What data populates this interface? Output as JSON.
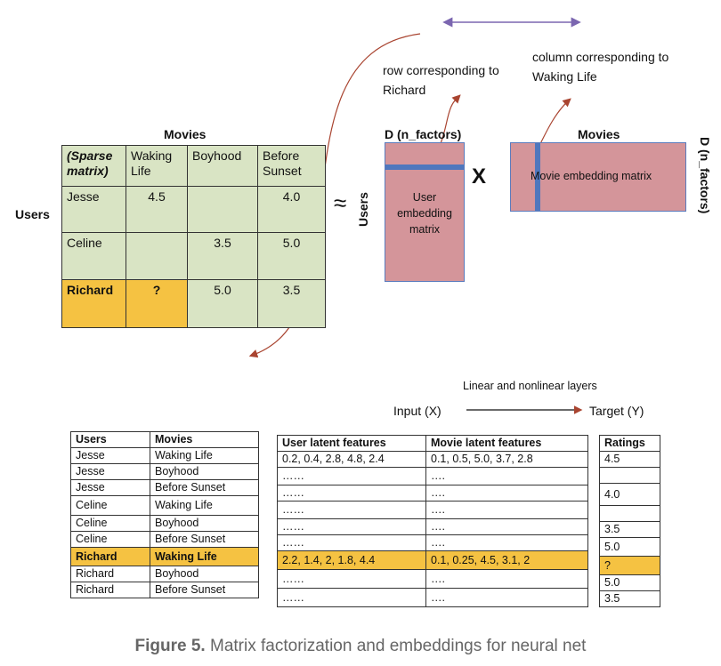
{
  "labels": {
    "movies_left": "Movies",
    "users_left": "Users",
    "approx": "≈",
    "d_factors_top": "D (n_factors)",
    "movies_right": "Movies",
    "d_factors_right": "D (n_factors)",
    "users_vertical": "Users",
    "multiply": "X",
    "user_matrix": "User embedding matrix",
    "movie_matrix": "Movie embedding matrix",
    "row_note": "row corresponding to Richard",
    "column_note": "column corresponding to Waking Life",
    "layers": "Linear and nonlinear layers",
    "input": "Input (X)",
    "target": "Target (Y)"
  },
  "sparse_matrix": {
    "corner": "(Sparse matrix)",
    "columns": [
      "Waking Life",
      "Boyhood",
      "Before Sunset"
    ],
    "rows": [
      {
        "user": "Jesse",
        "values": [
          "4.5",
          "",
          "4.0"
        ]
      },
      {
        "user": "Celine",
        "values": [
          "",
          "3.5",
          "5.0"
        ]
      },
      {
        "user": "Richard",
        "values": [
          "?",
          "5.0",
          "3.5"
        ]
      }
    ]
  },
  "pairs_table": {
    "headers": [
      "Users",
      "Movies"
    ],
    "rows": [
      [
        "Jesse",
        "Waking Life"
      ],
      [
        "Jesse",
        "Boyhood"
      ],
      [
        "Jesse",
        "Before Sunset"
      ],
      [
        "Celine",
        "Waking Life"
      ],
      [
        "Celine",
        "Boyhood"
      ],
      [
        "Celine",
        "Before Sunset"
      ],
      [
        "Richard",
        "Waking Life"
      ],
      [
        "Richard",
        "Boyhood"
      ],
      [
        "Richard",
        "Before Sunset"
      ]
    ]
  },
  "features_table": {
    "headers": [
      "User latent features",
      "Movie latent features"
    ],
    "rows": [
      [
        "0.2, 0.4, 2.8, 4.8, 2.4",
        "0.1, 0.5, 5.0, 3.7, 2.8"
      ],
      [
        "……",
        "…."
      ],
      [
        "……",
        "…."
      ],
      [
        "……",
        "…."
      ],
      [
        "……",
        "…."
      ],
      [
        "……",
        "…."
      ],
      [
        "2.2, 1.4, 2, 1.8, 4.4",
        "0.1, 0.25, 4.5, 3.1, 2"
      ],
      [
        "……",
        "…."
      ],
      [
        "……",
        "…."
      ]
    ]
  },
  "ratings_table": {
    "header": "Ratings",
    "rows": [
      "4.5",
      "",
      "4.0",
      "",
      "3.5",
      "5.0",
      "?",
      "5.0",
      "3.5"
    ]
  },
  "caption": {
    "label": "Figure 5.",
    "text": " Matrix factorization and embeddings for neural net"
  },
  "colors": {
    "matrix_green": "#d9e4c4",
    "highlight_orange": "#f5c242",
    "embedding_pink": "#d4959a",
    "embedding_blue": "#4f77bd",
    "arrow_red": "#a94430",
    "arrow_purple": "#7b66b0"
  }
}
